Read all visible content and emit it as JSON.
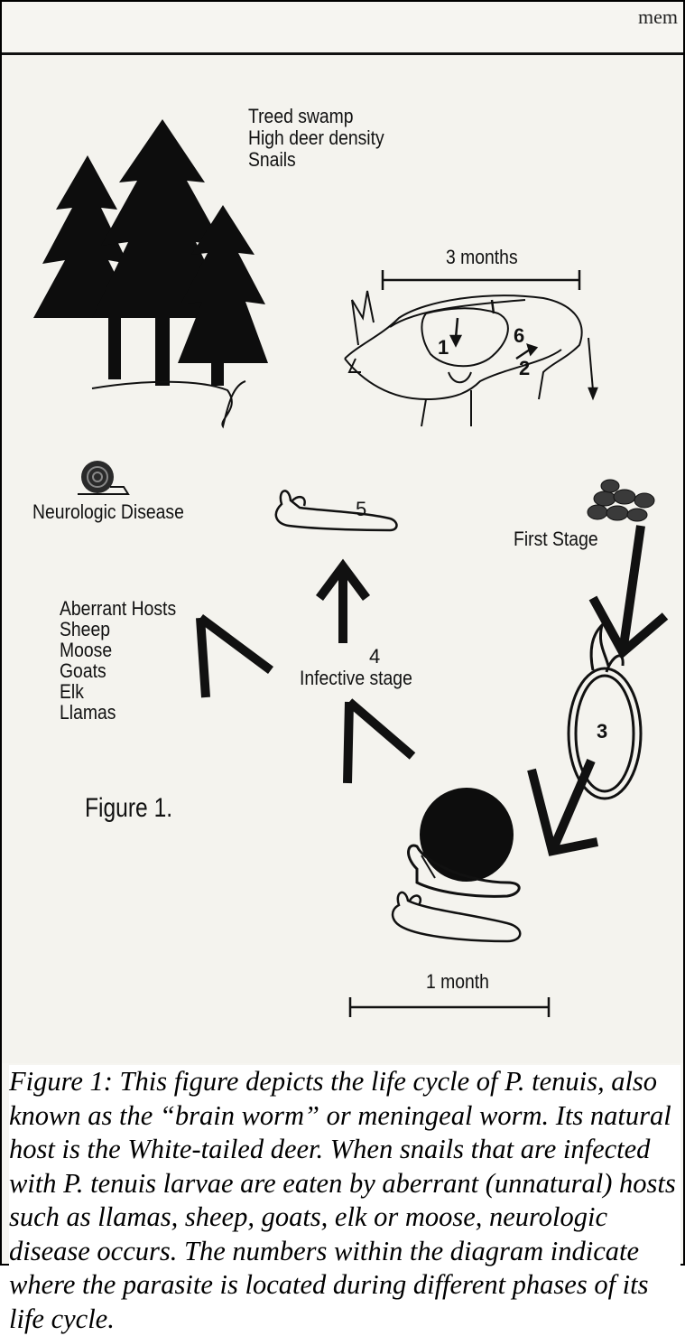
{
  "header": {
    "corner_text": "mem"
  },
  "environment": {
    "lines": [
      "Treed swamp",
      "High deer density",
      "Snails"
    ]
  },
  "timeline_top": {
    "label": "3 months"
  },
  "timeline_bottom": {
    "label": "1 month"
  },
  "deer_stage_numbers": {
    "n1": "1",
    "n6": "6",
    "n2": "2"
  },
  "stages": {
    "first_stage": "First Stage",
    "stage_3": "3",
    "stage_4": "4",
    "infective_stage": "Infective stage",
    "stage_5": "5"
  },
  "disease_label": "Neurologic Disease",
  "aberrant_hosts": {
    "title": "Aberrant Hosts",
    "items": [
      "Sheep",
      "Moose",
      "Goats",
      "Elk",
      "Llamas"
    ]
  },
  "figure_label": "Figure 1.",
  "caption": "Figure 1:  This figure depicts the life cycle of P. tenuis, also known as the “brain worm” or meningeal worm. Its natural host is the White-tailed deer. When snails that are infected with P. tenuis larvae are eaten by aberrant (unnatural) hosts such as llamas, sheep, goats, elk or moose, neurologic disease occurs. The numbers within the diagram indicate where the parasite is located during different phases of its life cycle.",
  "colors": {
    "ink": "#111111",
    "paper": "#f4f3ee"
  }
}
